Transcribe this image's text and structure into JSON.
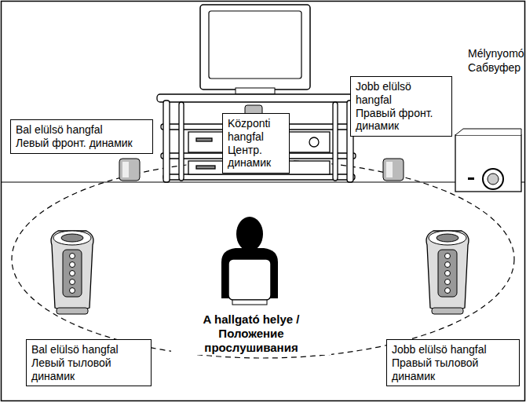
{
  "diagram": {
    "nodes": [
      {
        "text": [
          "Bal elülsö hangfal",
          "Левый фронт. динамик"
        ]
      },
      {
        "text": [
          "Központi hangfal",
          "Центр. динамик"
        ]
      },
      {
        "text": [
          "Jobb elülsö hangfal",
          "Правый фронт. динамик"
        ]
      },
      {
        "text": [
          "Bal elülsö hangfal",
          "Левый тыловой динамик"
        ]
      },
      {
        "text": [
          "Jobb elülsö hangfal",
          "Правый тыловой динамик"
        ]
      }
    ],
    "labels": [
      "Mélynyomó",
      "Сабвуфер",
      "A hallgató helye / Положение прослушивания"
    ]
  }
}
